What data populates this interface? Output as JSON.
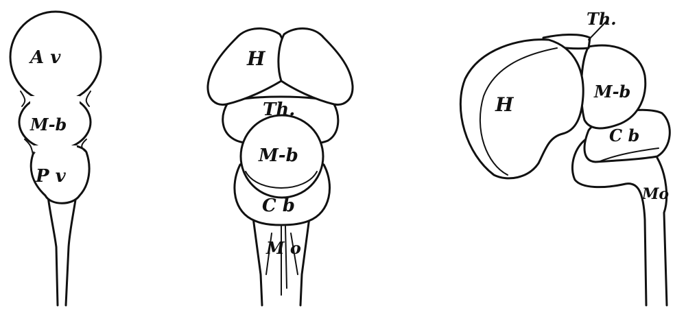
{
  "figures": [
    {
      "id": "early-vesicles",
      "labels": {
        "av": "A v",
        "mb": "M-b",
        "pv": "P v"
      }
    },
    {
      "id": "dorsal-view",
      "labels": {
        "h": "H",
        "th": "Th.",
        "mb": "M-b",
        "cb": "C b",
        "mo": "M o"
      }
    },
    {
      "id": "lateral-view",
      "labels": {
        "th": "Th.",
        "h": "H",
        "mb": "M-b",
        "cb": "C b",
        "mo": "Mo"
      }
    }
  ]
}
